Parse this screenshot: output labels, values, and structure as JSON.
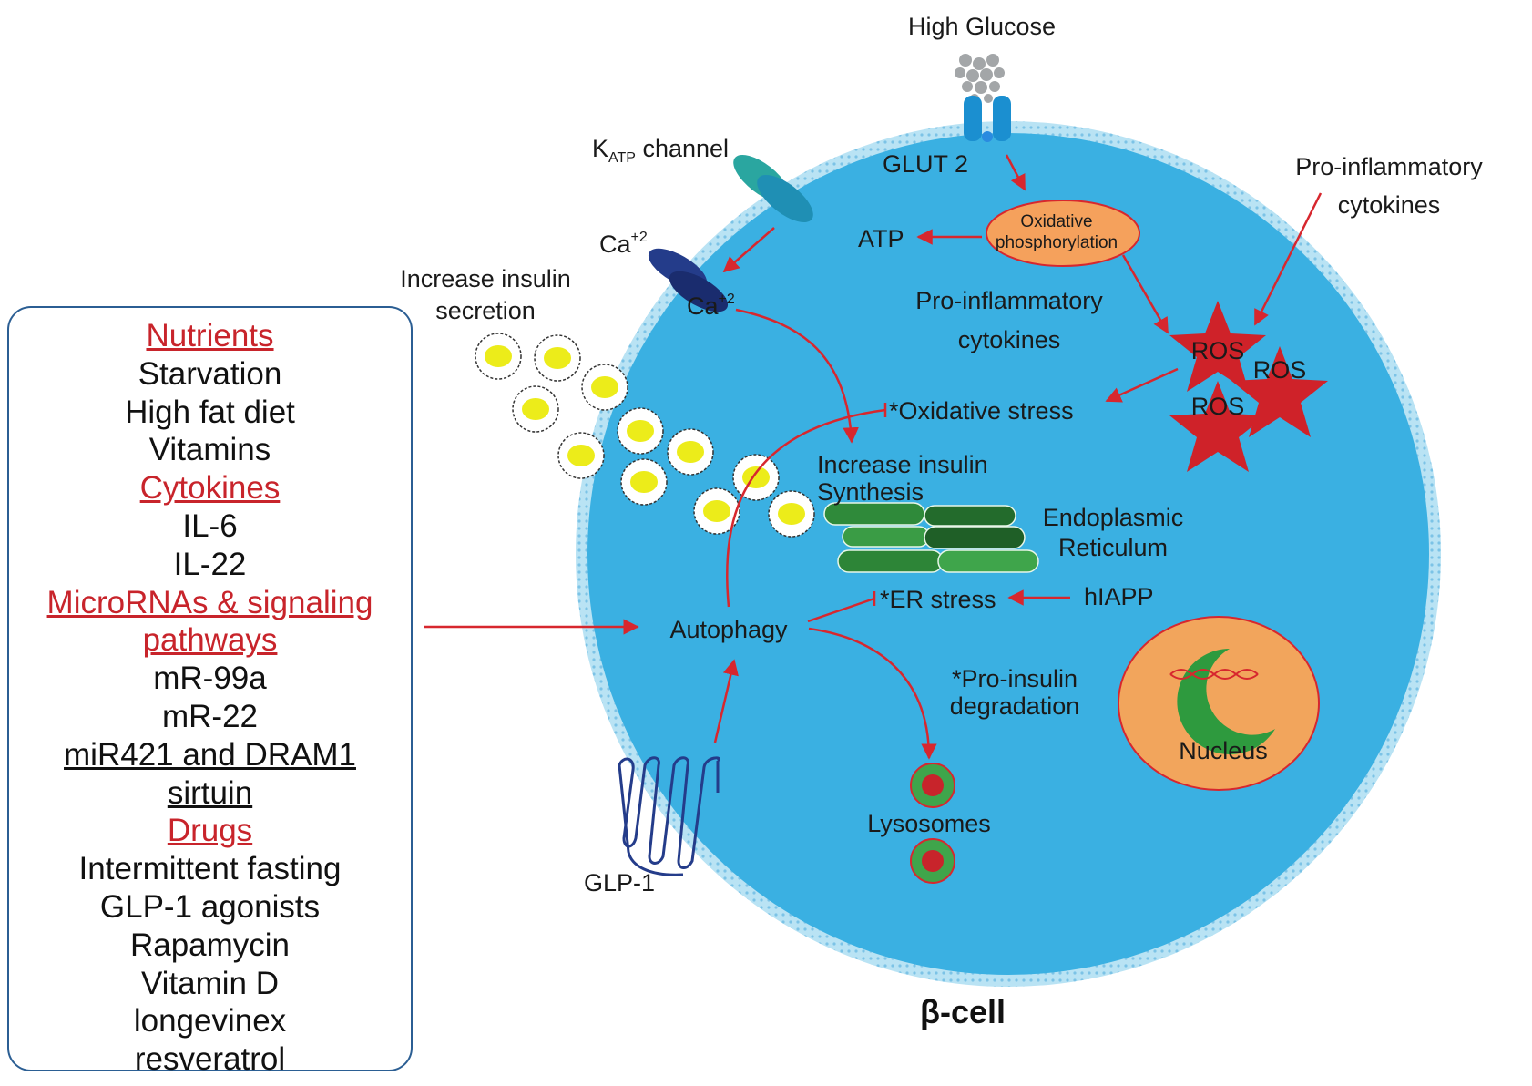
{
  "panel": {
    "sections": [
      {
        "heading": "Nutrients",
        "items": [
          "Starvation",
          "High fat diet",
          "Vitamins"
        ]
      },
      {
        "heading": "Cytokines",
        "items": [
          "IL-6",
          "IL-22"
        ]
      },
      {
        "heading": "MicroRNAs & signaling",
        "heading2": "pathways",
        "items": [
          "mR-99a",
          "mR-22",
          "miR421 and DRAM1",
          "sirtuin"
        ]
      },
      {
        "heading": "Drugs",
        "items": [
          "Intermittent fasting",
          "GLP-1 agonists",
          "Rapamycin",
          "Vitamin D",
          "longevinex",
          "resveratrol"
        ]
      }
    ]
  },
  "labels": {
    "high_glucose": "High Glucose",
    "glut2": "GLUT 2",
    "katp_k": "K",
    "katp_sub": "ATP",
    "katp_rest": " channel",
    "pro_inflam_outside_1": "Pro-inflammatory",
    "pro_inflam_outside_2": "cytokines",
    "oxphos_1": "Oxidative",
    "oxphos_2": "phosphorylation",
    "atp": "ATP",
    "ca_top": "Ca",
    "ca_top_sup": "+2",
    "ca_inner": "Ca",
    "ca_inner_sup": "+2",
    "increase_secretion_1": "Increase insulin",
    "increase_secretion_2": "secretion",
    "pro_inflam_inside_1": "Pro-inflammatory",
    "pro_inflam_inside_2": "cytokines",
    "ros": "ROS",
    "oxidative_stress": "*Oxidative stress",
    "increase_synthesis_1": "Increase insulin",
    "increase_synthesis_2": "Synthesis",
    "er_1": "Endoplasmic",
    "er_2": "Reticulum",
    "er_stress": "*ER stress",
    "hiapp": "hIAPP",
    "autophagy": "Autophagy",
    "proinsulin_1": "*Pro-insulin",
    "proinsulin_2": "degradation",
    "nucleus": "Nucleus",
    "lysosomes": "Lysosomes",
    "glp1": "GLP-1",
    "beta_cell": "β-cell"
  },
  "colors": {
    "cell": "#3ab0e2",
    "membrane": "#9fd6ee",
    "arrow": "#d7272e",
    "ros": "#cf2229",
    "oxphos": "#f5a15c",
    "nucleus": "#f2a55c",
    "er": "#2f8a3a",
    "heading": "#c8242b",
    "panel_border": "#2b5e93"
  }
}
